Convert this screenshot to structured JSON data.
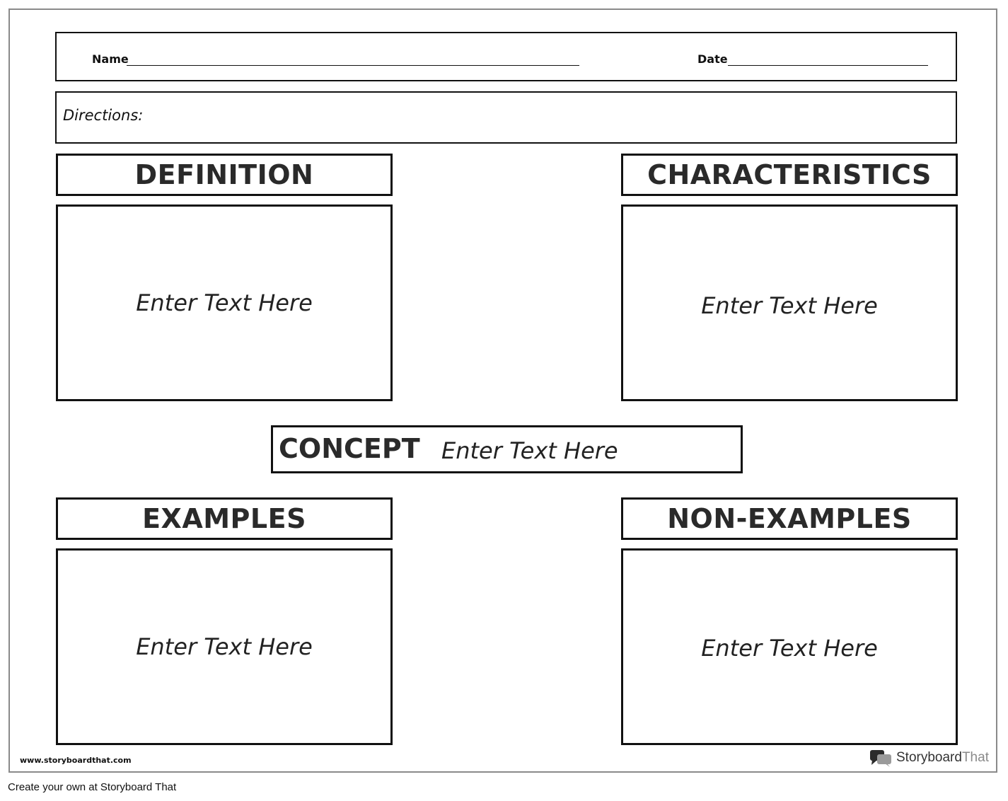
{
  "worksheet": {
    "name_label": "Name",
    "date_label": "Date",
    "directions_label": "Directions:",
    "definition": {
      "title": "DEFINITION",
      "text": "Enter Text Here"
    },
    "characteristics": {
      "title": "CHARACTERISTICS",
      "text": "Enter Text Here"
    },
    "concept": {
      "title": "CONCEPT",
      "text": "Enter Text Here"
    },
    "examples": {
      "title": "EXAMPLES",
      "text": "Enter Text Here"
    },
    "non_examples": {
      "title": "NON-EXAMPLES",
      "text": "Enter Text Here"
    }
  },
  "branding": {
    "url": "www.storyboardthat.com",
    "logo_part1": "Storyboard",
    "logo_part2": "That",
    "logo_icon": "speech-bubbles-icon"
  },
  "footer": {
    "text": "Create your own at Storyboard That"
  }
}
